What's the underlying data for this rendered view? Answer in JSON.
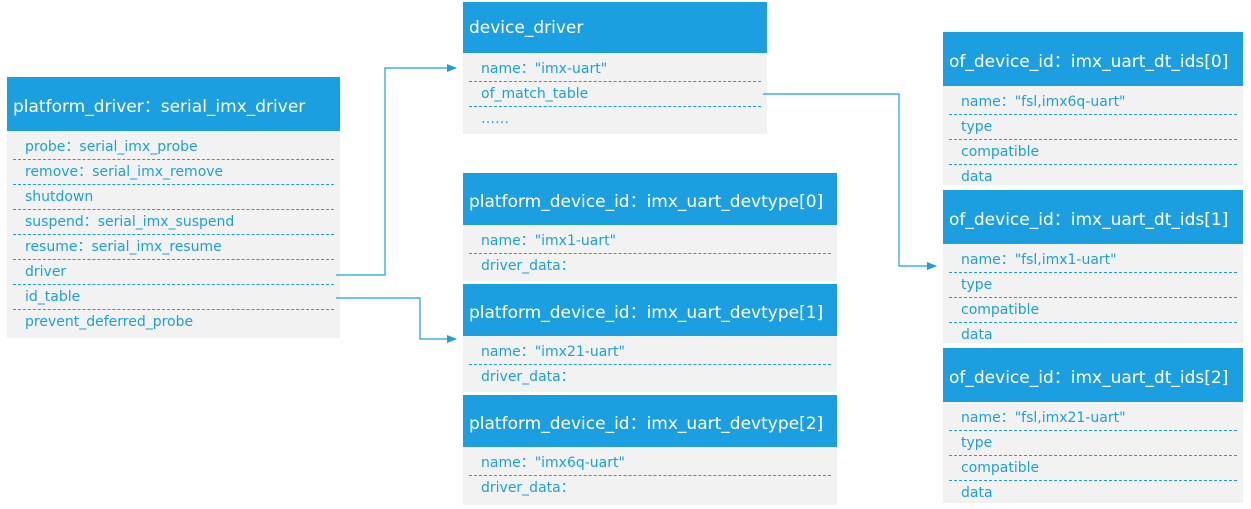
{
  "colors": {
    "accent": "#1b9fe0",
    "box_background": "#f2f2f2",
    "header_text": "#ffffff"
  },
  "platform_driver": {
    "title": "platform_driver：serial_imx_driver",
    "fields": [
      "probe：serial_imx_probe",
      "remove：serial_imx_remove",
      "shutdown",
      "suspend：serial_imx_suspend",
      "resume：serial_imx_resume",
      "driver",
      "id_table",
      "prevent_deferred_probe"
    ]
  },
  "device_driver": {
    "title": "device_driver",
    "fields": [
      "name：\"imx-uart\"",
      "of_match_table",
      "……"
    ]
  },
  "devtypes": [
    {
      "title": "platform_device_id：imx_uart_devtype[0]",
      "fields": [
        "name：\"imx1-uart\"",
        "driver_data："
      ]
    },
    {
      "title": "platform_device_id：imx_uart_devtype[1]",
      "fields": [
        "name：\"imx21-uart\"",
        "driver_data："
      ]
    },
    {
      "title": "platform_device_id：imx_uart_devtype[2]",
      "fields": [
        "name：\"imx6q-uart\"",
        "driver_data："
      ]
    }
  ],
  "dt_ids": [
    {
      "title": "of_device_id：imx_uart_dt_ids[0]",
      "fields": [
        "name：\"fsl,imx6q-uart\"",
        "type",
        "compatible",
        "data"
      ]
    },
    {
      "title": "of_device_id：imx_uart_dt_ids[1]",
      "fields": [
        "name：\"fsl,imx1-uart\"",
        "type",
        "compatible",
        "data"
      ]
    },
    {
      "title": "of_device_id：imx_uart_dt_ids[2]",
      "fields": [
        "name：\"fsl,imx21-uart\"",
        "type",
        "compatible",
        "data"
      ]
    }
  ]
}
